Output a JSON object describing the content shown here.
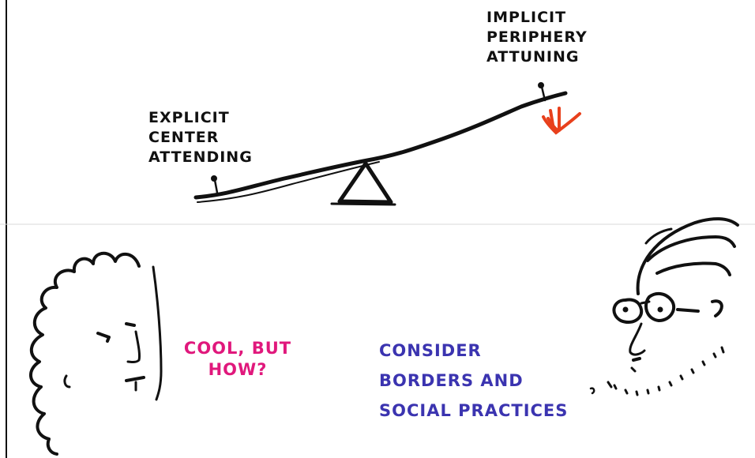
{
  "labels": {
    "left_end": [
      "EXPLICIT",
      "CENTER",
      "ATTENDING"
    ],
    "right_end": [
      "IMPLICIT",
      "PERIPHERY",
      "ATTUNING"
    ]
  },
  "speech": {
    "left_person": [
      "COOL, BUT",
      "HOW?"
    ],
    "right_person": [
      "CONSIDER",
      "BORDERS AND",
      "SOCIAL PRACTICES"
    ]
  },
  "colors": {
    "ink": "#111111",
    "question": "#e0187c",
    "answer": "#3b34b0",
    "arrow": "#e8401c"
  },
  "icons": [
    "seesaw",
    "fulcrum-triangle",
    "down-arrow-icon",
    "left-face",
    "right-face"
  ]
}
